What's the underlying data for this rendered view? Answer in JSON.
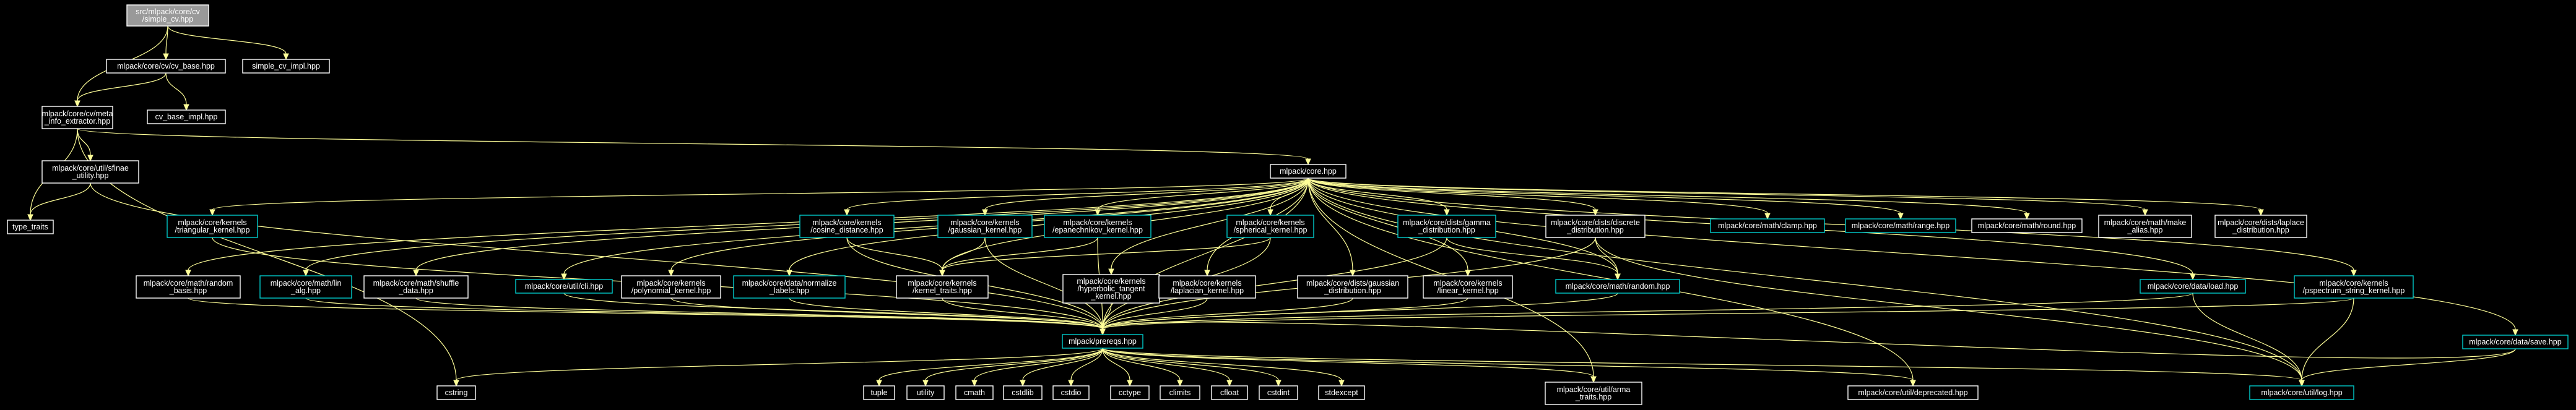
{
  "colors": {
    "background": "#000000",
    "node_fill": "#000000",
    "node_border": "#ffffff",
    "node_border_documented": "#00cccc",
    "root_fill": "#999999",
    "edge": "#ffff99",
    "text": "#ffffff"
  },
  "nodes": {
    "simple_cv": {
      "lines": [
        "src/mlpack/core/cv",
        "/simple_cv.hpp"
      ],
      "root": true
    },
    "cv_base": {
      "lines": [
        "mlpack/core/cv/cv_base.hpp"
      ]
    },
    "simple_cv_impl": {
      "lines": [
        "simple_cv_impl.hpp"
      ],
      "plain": true
    },
    "meta_info": {
      "lines": [
        "mlpack/core/cv/meta",
        "_info_extractor.hpp"
      ]
    },
    "cv_base_impl": {
      "lines": [
        "cv_base_impl.hpp"
      ],
      "plain": true
    },
    "sfinae": {
      "lines": [
        "mlpack/core/util/sfinae",
        "_utility.hpp"
      ]
    },
    "type_traits": {
      "lines": [
        "type_traits"
      ],
      "plain": true
    },
    "core": {
      "lines": [
        "mlpack/core.hpp"
      ]
    },
    "triangular": {
      "lines": [
        "mlpack/core/kernels",
        "/triangular_kernel.hpp"
      ],
      "doc": true
    },
    "cosine": {
      "lines": [
        "mlpack/core/kernels",
        "/cosine_distance.hpp"
      ],
      "doc": true
    },
    "gaussian_k": {
      "lines": [
        "mlpack/core/kernels",
        "/gaussian_kernel.hpp"
      ],
      "doc": true
    },
    "epan": {
      "lines": [
        "mlpack/core/kernels",
        "/epanechnikov_kernel.hpp"
      ],
      "doc": true
    },
    "spherical": {
      "lines": [
        "mlpack/core/kernels",
        "/spherical_kernel.hpp"
      ],
      "doc": true
    },
    "gamma": {
      "lines": [
        "mlpack/core/dists/gamma",
        "_distribution.hpp"
      ],
      "doc": true
    },
    "discrete": {
      "lines": [
        "mlpack/core/dists/discrete",
        "_distribution.hpp"
      ]
    },
    "clamp": {
      "lines": [
        "mlpack/core/math/clamp.hpp"
      ],
      "doc": true
    },
    "range": {
      "lines": [
        "mlpack/core/math/range.hpp"
      ],
      "doc": true
    },
    "round": {
      "lines": [
        "mlpack/core/math/round.hpp"
      ]
    },
    "make_alias": {
      "lines": [
        "mlpack/core/math/make",
        "_alias.hpp"
      ]
    },
    "laplace": {
      "lines": [
        "mlpack/core/dists/laplace",
        "_distribution.hpp"
      ]
    },
    "random_basis": {
      "lines": [
        "mlpack/core/math/random",
        "_basis.hpp"
      ]
    },
    "lin_alg": {
      "lines": [
        "mlpack/core/math/lin",
        "_alg.hpp"
      ],
      "doc": true
    },
    "shuffle": {
      "lines": [
        "mlpack/core/math/shuffle",
        "_data.hpp"
      ]
    },
    "cli": {
      "lines": [
        "mlpack/core/util/cli.hpp"
      ],
      "doc": true
    },
    "polynomial": {
      "lines": [
        "mlpack/core/kernels",
        "/polynomial_kernel.hpp"
      ]
    },
    "normalize": {
      "lines": [
        "mlpack/core/data/normalize",
        "_labels.hpp"
      ],
      "doc": true
    },
    "kernel_traits": {
      "lines": [
        "mlpack/core/kernels",
        "/kernel_traits.hpp"
      ]
    },
    "hyperbolic": {
      "lines": [
        "mlpack/core/kernels",
        "/hyperbolic_tangent",
        "_kernel.hpp"
      ]
    },
    "laplacian": {
      "lines": [
        "mlpack/core/kernels",
        "/laplacian_kernel.hpp"
      ]
    },
    "gaussian_d": {
      "lines": [
        "mlpack/core/dists/gaussian",
        "_distribution.hpp"
      ]
    },
    "linear": {
      "lines": [
        "mlpack/core/kernels",
        "/linear_kernel.hpp"
      ]
    },
    "random": {
      "lines": [
        "mlpack/core/math/random.hpp"
      ],
      "doc": true
    },
    "load": {
      "lines": [
        "mlpack/core/data/load.hpp"
      ],
      "doc": true
    },
    "pspectrum": {
      "lines": [
        "mlpack/core/kernels",
        "/pspectrum_string_kernel.hpp"
      ],
      "doc": true
    },
    "save": {
      "lines": [
        "mlpack/core/data/save.hpp"
      ],
      "doc": true
    },
    "prereqs": {
      "lines": [
        "mlpack/prereqs.hpp"
      ],
      "doc": true
    },
    "cstring": {
      "lines": [
        "cstring"
      ],
      "plain": true
    },
    "tuple": {
      "lines": [
        "tuple"
      ],
      "plain": true
    },
    "utility": {
      "lines": [
        "utility"
      ],
      "plain": true
    },
    "cmath": {
      "lines": [
        "cmath"
      ],
      "plain": true
    },
    "cstdlib": {
      "lines": [
        "cstdlib"
      ],
      "plain": true
    },
    "cstdio": {
      "lines": [
        "cstdio"
      ],
      "plain": true
    },
    "cctype": {
      "lines": [
        "cctype"
      ],
      "plain": true
    },
    "climits": {
      "lines": [
        "climits"
      ],
      "plain": true
    },
    "cfloat": {
      "lines": [
        "cfloat"
      ],
      "plain": true
    },
    "cstdint": {
      "lines": [
        "cstdint"
      ],
      "plain": true
    },
    "stdexcept": {
      "lines": [
        "stdexcept"
      ],
      "plain": true
    },
    "arma_traits": {
      "lines": [
        "mlpack/core/util/arma",
        "_traits.hpp"
      ]
    },
    "deprecated": {
      "lines": [
        "mlpack/core/util/deprecated.hpp"
      ]
    },
    "log": {
      "lines": [
        "mlpack/core/util/log.hpp"
      ],
      "doc": true
    }
  },
  "edges": [
    [
      "simple_cv",
      "cv_base"
    ],
    [
      "simple_cv",
      "simple_cv_impl"
    ],
    [
      "simple_cv",
      "meta_info"
    ],
    [
      "cv_base",
      "meta_info"
    ],
    [
      "cv_base",
      "cv_base_impl"
    ],
    [
      "meta_info",
      "sfinae"
    ],
    [
      "meta_info",
      "type_traits"
    ],
    [
      "meta_info",
      "core"
    ],
    [
      "sfinae",
      "type_traits"
    ],
    [
      "sfinae",
      "prereqs"
    ],
    [
      "core",
      "triangular"
    ],
    [
      "core",
      "cosine"
    ],
    [
      "core",
      "gaussian_k"
    ],
    [
      "core",
      "epan"
    ],
    [
      "core",
      "spherical"
    ],
    [
      "core",
      "gamma"
    ],
    [
      "core",
      "discrete"
    ],
    [
      "core",
      "clamp"
    ],
    [
      "core",
      "range"
    ],
    [
      "core",
      "round"
    ],
    [
      "core",
      "make_alias"
    ],
    [
      "core",
      "laplace"
    ],
    [
      "core",
      "random_basis"
    ],
    [
      "core",
      "lin_alg"
    ],
    [
      "core",
      "shuffle"
    ],
    [
      "core",
      "cli"
    ],
    [
      "core",
      "polynomial"
    ],
    [
      "core",
      "normalize"
    ],
    [
      "core",
      "kernel_traits"
    ],
    [
      "core",
      "hyperbolic"
    ],
    [
      "core",
      "laplacian"
    ],
    [
      "core",
      "gaussian_d"
    ],
    [
      "core",
      "linear"
    ],
    [
      "core",
      "random"
    ],
    [
      "core",
      "load"
    ],
    [
      "core",
      "pspectrum"
    ],
    [
      "core",
      "save"
    ],
    [
      "core",
      "arma_traits"
    ],
    [
      "core",
      "deprecated"
    ],
    [
      "core",
      "log"
    ],
    [
      "core",
      "prereqs"
    ],
    [
      "triangular",
      "prereqs"
    ],
    [
      "cosine",
      "kernel_traits"
    ],
    [
      "cosine",
      "prereqs"
    ],
    [
      "gaussian_k",
      "kernel_traits"
    ],
    [
      "gaussian_k",
      "prereqs"
    ],
    [
      "epan",
      "kernel_traits"
    ],
    [
      "epan",
      "prereqs"
    ],
    [
      "spherical",
      "kernel_traits"
    ],
    [
      "spherical",
      "prereqs"
    ],
    [
      "gamma",
      "random"
    ],
    [
      "gamma",
      "prereqs"
    ],
    [
      "discrete",
      "random"
    ],
    [
      "discrete",
      "prereqs"
    ],
    [
      "discrete",
      "log"
    ],
    [
      "random_basis",
      "prereqs"
    ],
    [
      "lin_alg",
      "prereqs"
    ],
    [
      "shuffle",
      "prereqs"
    ],
    [
      "cli",
      "prereqs"
    ],
    [
      "polynomial",
      "prereqs"
    ],
    [
      "normalize",
      "prereqs"
    ],
    [
      "kernel_traits",
      "prereqs"
    ],
    [
      "hyperbolic",
      "prereqs"
    ],
    [
      "laplacian",
      "prereqs"
    ],
    [
      "gaussian_d",
      "prereqs"
    ],
    [
      "linear",
      "prereqs"
    ],
    [
      "random",
      "prereqs"
    ],
    [
      "load",
      "prereqs"
    ],
    [
      "load",
      "log"
    ],
    [
      "pspectrum",
      "prereqs"
    ],
    [
      "pspectrum",
      "log"
    ],
    [
      "save",
      "prereqs"
    ],
    [
      "save",
      "log"
    ],
    [
      "prereqs",
      "cstring"
    ],
    [
      "prereqs",
      "tuple"
    ],
    [
      "prereqs",
      "utility"
    ],
    [
      "prereqs",
      "cmath"
    ],
    [
      "prereqs",
      "cstdlib"
    ],
    [
      "prereqs",
      "cstdio"
    ],
    [
      "prereqs",
      "cctype"
    ],
    [
      "prereqs",
      "climits"
    ],
    [
      "prereqs",
      "cfloat"
    ],
    [
      "prereqs",
      "cstdint"
    ],
    [
      "prereqs",
      "stdexcept"
    ],
    [
      "prereqs",
      "arma_traits"
    ],
    [
      "prereqs",
      "deprecated"
    ],
    [
      "prereqs",
      "log"
    ],
    [
      "meta_info",
      "cstring"
    ]
  ]
}
